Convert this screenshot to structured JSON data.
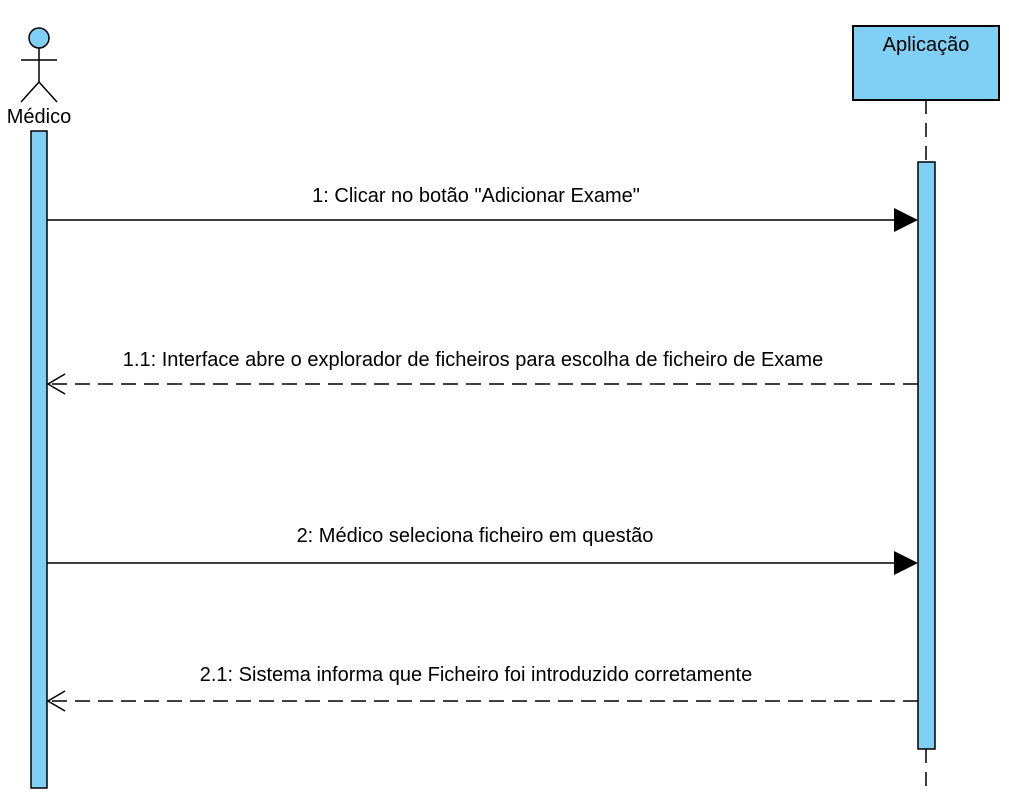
{
  "diagram": {
    "type": "sequence",
    "colors": {
      "fill": "#7fd0f4",
      "stroke": "#000000",
      "background": "#ffffff"
    },
    "actor": {
      "label": "Médico",
      "icon": "stick-figure-icon"
    },
    "object": {
      "label": "Aplicação"
    },
    "messages": [
      {
        "label": "1: Clicar no botão \"Adicionar Exame\"",
        "kind": "synchronous",
        "from": "Médico",
        "to": "Aplicação"
      },
      {
        "label": "1.1: Interface abre o explorador de ficheiros para escolha de ficheiro de Exame",
        "kind": "return",
        "from": "Aplicação",
        "to": "Médico"
      },
      {
        "label": "2: Médico seleciona ficheiro em questão",
        "kind": "synchronous",
        "from": "Médico",
        "to": "Aplicação"
      },
      {
        "label": "2.1: Sistema informa que Ficheiro foi introduzido corretamente",
        "kind": "return",
        "from": "Aplicação",
        "to": "Médico"
      }
    ]
  }
}
